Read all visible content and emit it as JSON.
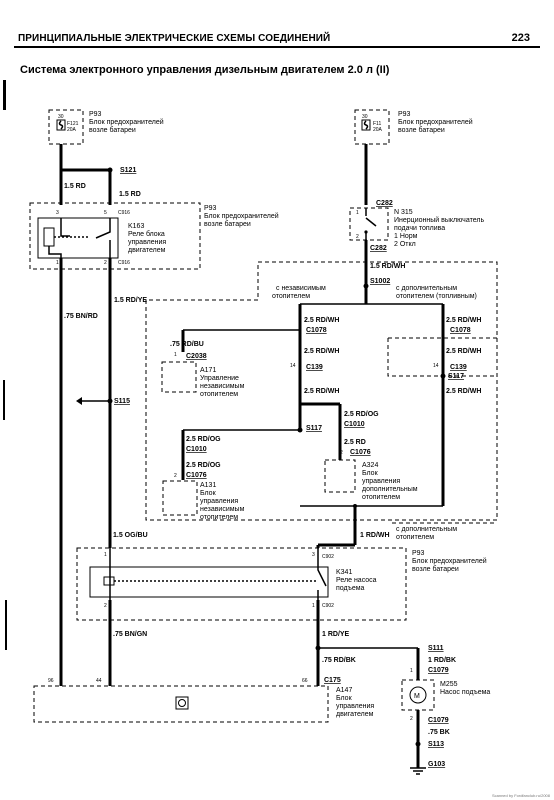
{
  "header": {
    "title": "ПРИНЦИПИАЛЬНЫЕ ЭЛЕКТРИЧЕСКИЕ СХЕМЫ СОЕДИНЕНИЙ",
    "page_number": "223"
  },
  "diagram_title": "Система электронного управления дизельным двигателем 2.0 л (II)",
  "components": {
    "p93_left_fuse": {
      "id": "P93",
      "desc1": "Блок предохранителей",
      "desc2": "возле батареи",
      "fuse": "F121",
      "amp": "20A",
      "pin": "30"
    },
    "p93_right_fuse": {
      "id": "P93",
      "desc1": "Блок предохранителей",
      "desc2": "возле батареи",
      "fuse": "F11",
      "amp": "20A",
      "pin": "30"
    },
    "p93_upper": {
      "id": "P93",
      "desc1": "Блок предохранителей",
      "desc2": "возле батареи"
    },
    "k163": {
      "id": "K163",
      "desc1": "Реле блока",
      "desc2": "управления",
      "desc3": "двигателем",
      "c1": "C916",
      "c2": "C916",
      "pin3": "3",
      "pin5": "5",
      "pin1": "1",
      "pin2": "2"
    },
    "n315": {
      "id": "N 315",
      "desc1": "Инерционный выключатель",
      "desc2": "подачи топлива",
      "desc3": "1 Норм",
      "desc4": "2 Откл",
      "p1": "1",
      "p2": "2"
    },
    "a171": {
      "id": "A171",
      "desc1": "Управление",
      "desc2": "независимым",
      "desc3": "отопителем"
    },
    "a131": {
      "id": "A131",
      "desc1": "Блок",
      "desc2": "управления",
      "desc3": "независимым",
      "desc4": "отопителем"
    },
    "a324": {
      "id": "A324",
      "desc1": "Блок",
      "desc2": "управления",
      "desc3": "дополнительным",
      "desc4": "отопителем"
    },
    "p93_lower": {
      "id": "P93",
      "desc1": "Блок предохранителей",
      "desc2": "возле батареи"
    },
    "k341": {
      "id": "K341",
      "desc1": "Реле насоса",
      "desc2": "подъема",
      "c_top": "C902",
      "c_bot": "C902"
    },
    "a147": {
      "id": "A147",
      "desc1": "Блок",
      "desc2": "управления",
      "desc3": "двигателем",
      "pins": [
        "96",
        "44",
        "66"
      ]
    },
    "m255": {
      "id": "M255",
      "desc1": "Насос подъема",
      "letter": "M"
    }
  },
  "options": {
    "independent": "с независимым",
    "heater": "отопителем",
    "additional": "с дополнительным",
    "additional_fuel": "отопителем (топливным)",
    "additional2": "с дополнительным",
    "heater2": "отопителем"
  },
  "wires": {
    "w15rd_a": "1.5 RD",
    "w15rd_b": "1.5 RD",
    "w75bnrd": ".75 BN/RD",
    "w15rdye": "1.5 RD/YE",
    "w15rdwh": "1.5 RD/WH",
    "w25rdwh_1": "2.5 RD/WH",
    "w25rdwh_2": "2.5 RD/WH",
    "w25rdwh_3": "2.5 RD/WH",
    "w25rdwh_4": "2.5 RD/WH",
    "w25rdwh_5": "2.5 RD/WH",
    "w25rdwh_6": "2.5 RD/WH",
    "w75rdbu": ".75 RD/BU",
    "w25rdog_1": "2.5 RD/OG",
    "w25rdog_2": "2.5 RD/OG",
    "w25rdog_3": "2.5 RD/OG",
    "w25rd": "2.5 RD",
    "w15ogbu": "1.5 OG/BU",
    "w1rdwh": "1 RD/WH",
    "w75bngn": ".75 BN/GN",
    "w1rdye": "1 RD/YE",
    "w75rdbk": ".75 RD/BK",
    "w1rdbk": "1 RD/BK",
    "w75bk": ".75 BK"
  },
  "splices": {
    "s121": "S121",
    "s115": "S115",
    "s1002": "S1002",
    "s117a": "S117",
    "s117b": "S117",
    "s111": "S111",
    "s113": "S113"
  },
  "connectors": {
    "c282a": "C282",
    "c282b": "C282",
    "c1078a": "C1078",
    "c1078b": "C1078",
    "c139a": "C139",
    "c139b": "C139",
    "c2038": "C2038",
    "c1010a": "C1010",
    "c1010b": "C1010",
    "c1076a": "C1076",
    "c1076b": "C1076",
    "c175": "C175",
    "c1079a": "C1079",
    "c1079b": "C1079",
    "g103": "G103"
  },
  "pins": {
    "n14a": "14",
    "n14b": "14",
    "n1a": "1",
    "n1b": "1",
    "n2a": "2",
    "n2b": "2",
    "n2c": "2",
    "n1c": "1",
    "n3a": "3",
    "n1d": "1",
    "n2d": "2",
    "n2e": "2",
    "n1e": "1",
    "n2f": "2"
  },
  "footnote": "Scanned by Fordfanclub.ru/2008"
}
